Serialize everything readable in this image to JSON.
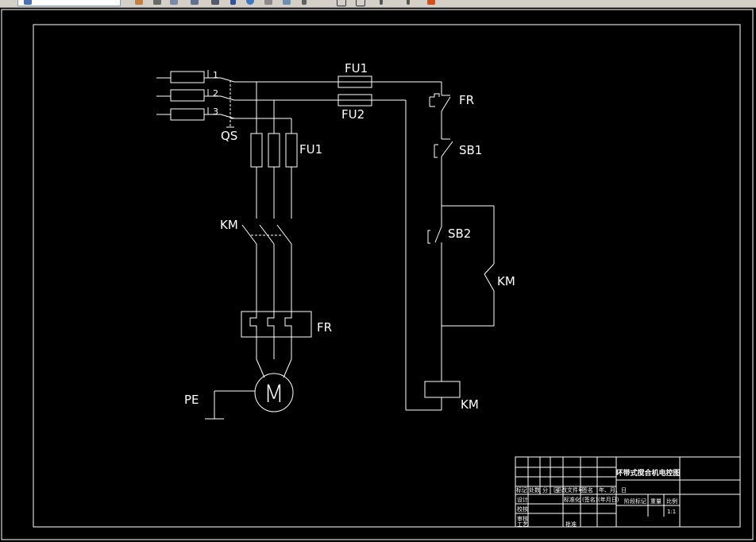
{
  "toolbar": {
    "icons": [
      "layer-icon",
      "pencil-icon",
      "brush-icon",
      "copy-icon",
      "properties-icon",
      "arrow-down-icon",
      "refresh-icon",
      "block-icon",
      "zoom-icon",
      "line-icon",
      "rect-icon",
      "table-icon",
      "ortho-icon",
      "snap-icon",
      "lightning-icon"
    ]
  },
  "diagram": {
    "terminals": [
      "1",
      "2",
      "3"
    ],
    "qs_label": "QS",
    "fu1_top_label": "FU1",
    "fu2_label": "FU2",
    "fu1_main_label": "FU1",
    "km_main_label": "KM",
    "fr_main_label": "FR",
    "motor_symbol": "M",
    "pe_label": "PE",
    "fr_ctrl_label": "FR",
    "sb1_label": "SB1",
    "sb2_label": "SB2",
    "km_aux_label": "KM",
    "km_coil_label": "KM"
  },
  "title_block": {
    "title": "环带式搅合机电控图",
    "header_row": [
      "标记",
      "处数",
      "分",
      "区",
      "更改文件号",
      "签名",
      "年、月、日"
    ],
    "design": "设计",
    "std": "标准化",
    "sign": "(签名)",
    "date": "(年月日)",
    "check": "校核",
    "review": "审核",
    "process": "工艺",
    "approve": "批准",
    "stage": "阶段标记",
    "weight": "重量",
    "scale": "比例",
    "scale_value": "1:1"
  }
}
